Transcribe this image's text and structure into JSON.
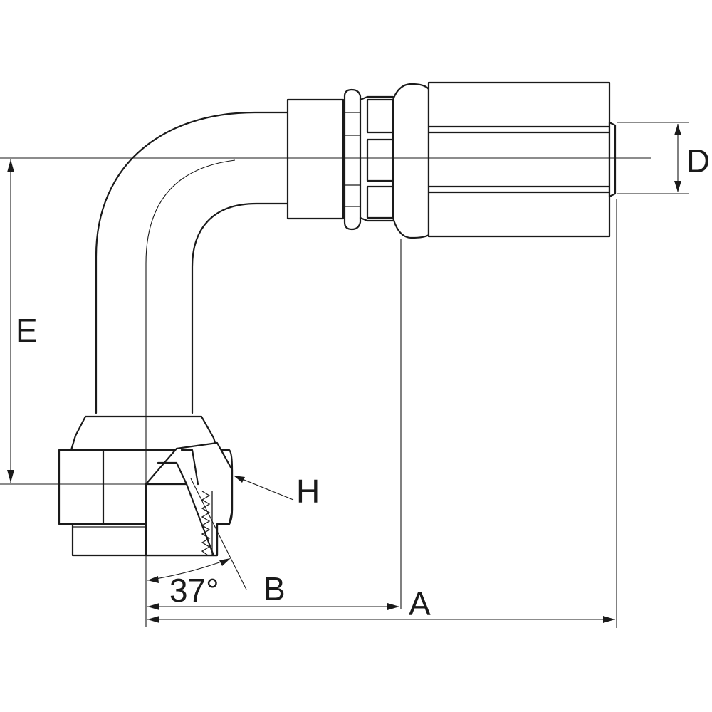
{
  "diagram": {
    "labels": {
      "a": "A",
      "b": "B",
      "d": "D",
      "e": "E",
      "h": "H",
      "angle": "37°"
    },
    "colors": {
      "stroke": "#1a1a1a",
      "background": "#ffffff"
    }
  }
}
